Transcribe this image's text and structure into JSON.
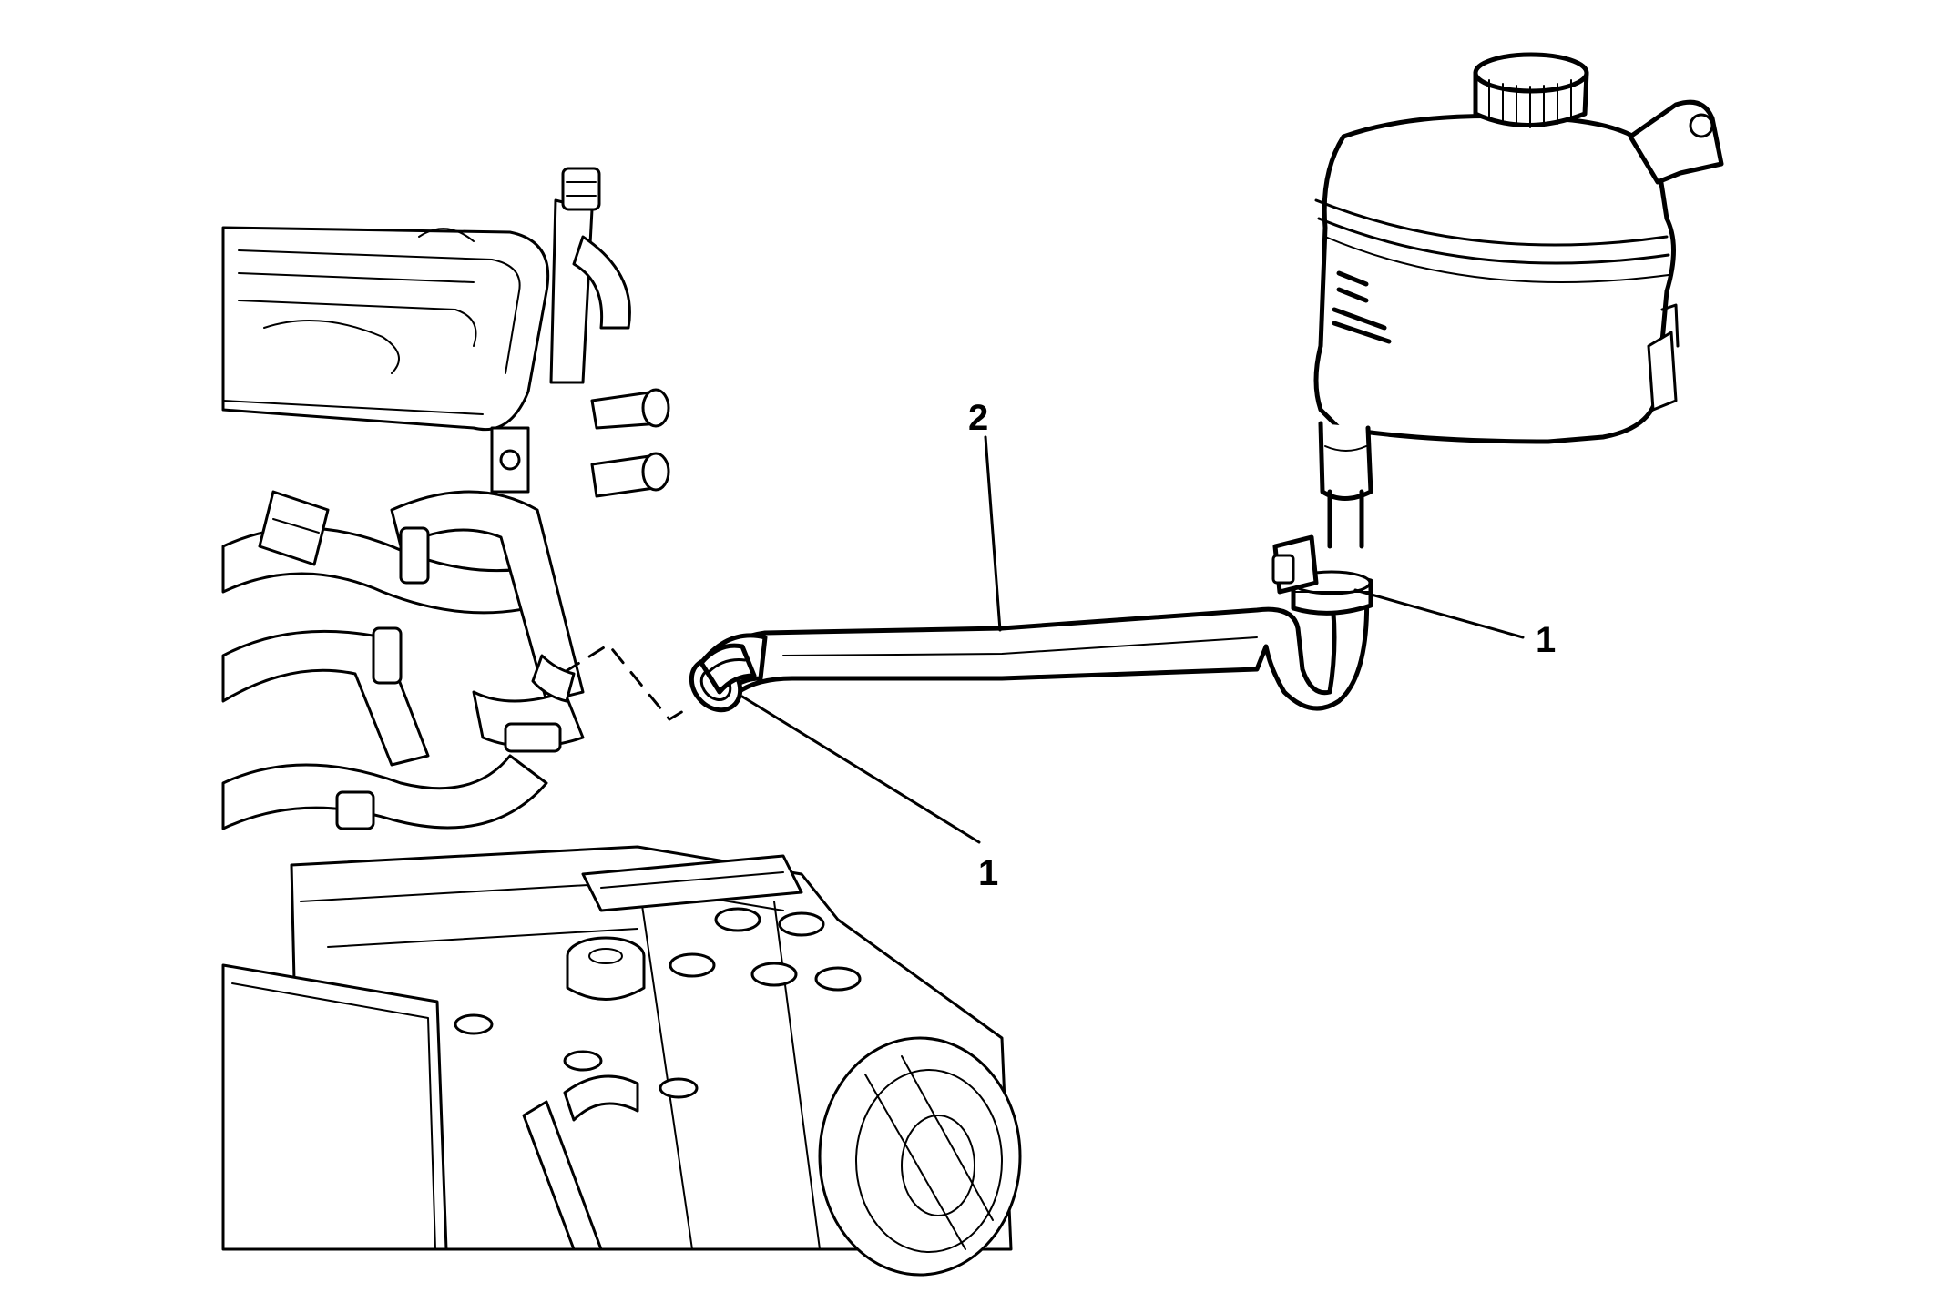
{
  "diagram": {
    "callouts": [
      {
        "id": "clamp-tank",
        "label": "1"
      },
      {
        "id": "hose",
        "label": "2"
      },
      {
        "id": "clamp-engine",
        "label": "1"
      }
    ]
  },
  "colors": {
    "ink": "#000000",
    "background": "#ffffff"
  }
}
